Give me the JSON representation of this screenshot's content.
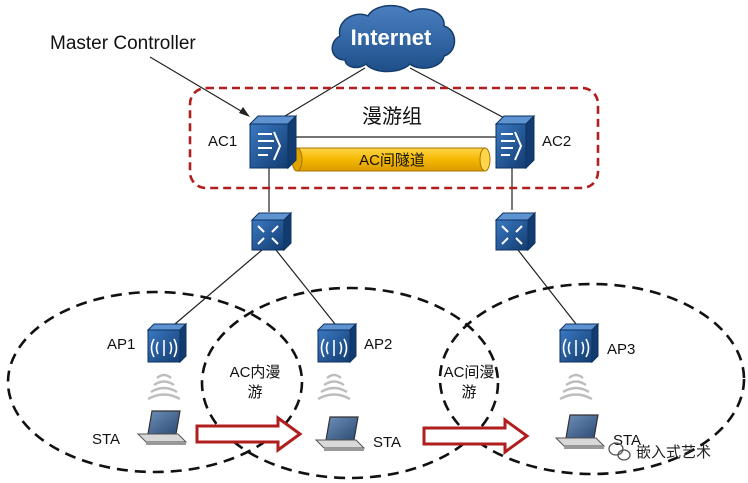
{
  "cloud": {
    "label": "Internet"
  },
  "master_controller": {
    "label": "Master Controller"
  },
  "roaming_group": {
    "label": "漫游组"
  },
  "tunnel": {
    "label": "AC间隧道"
  },
  "ac1": {
    "label": "AC1"
  },
  "ac2": {
    "label": "AC2"
  },
  "ap1": {
    "label": "AP1"
  },
  "ap2": {
    "label": "AP2"
  },
  "ap3": {
    "label": "AP3"
  },
  "sta1": {
    "label": "STA"
  },
  "sta2": {
    "label": "STA"
  },
  "sta3": {
    "label": "STA"
  },
  "intra_roam": {
    "line1": "AC内漫",
    "line2": "游"
  },
  "inter_roam": {
    "line1": "AC间漫",
    "line2": "游"
  },
  "watermark": {
    "label": "嵌入式艺术"
  },
  "colors": {
    "device_blue": "#1b4e8c",
    "cloud_blue": "#2a5e9c",
    "group_border": "#b01e1e",
    "tunnel_fill": "#f5b800",
    "arrow_border": "#b01e1e"
  }
}
